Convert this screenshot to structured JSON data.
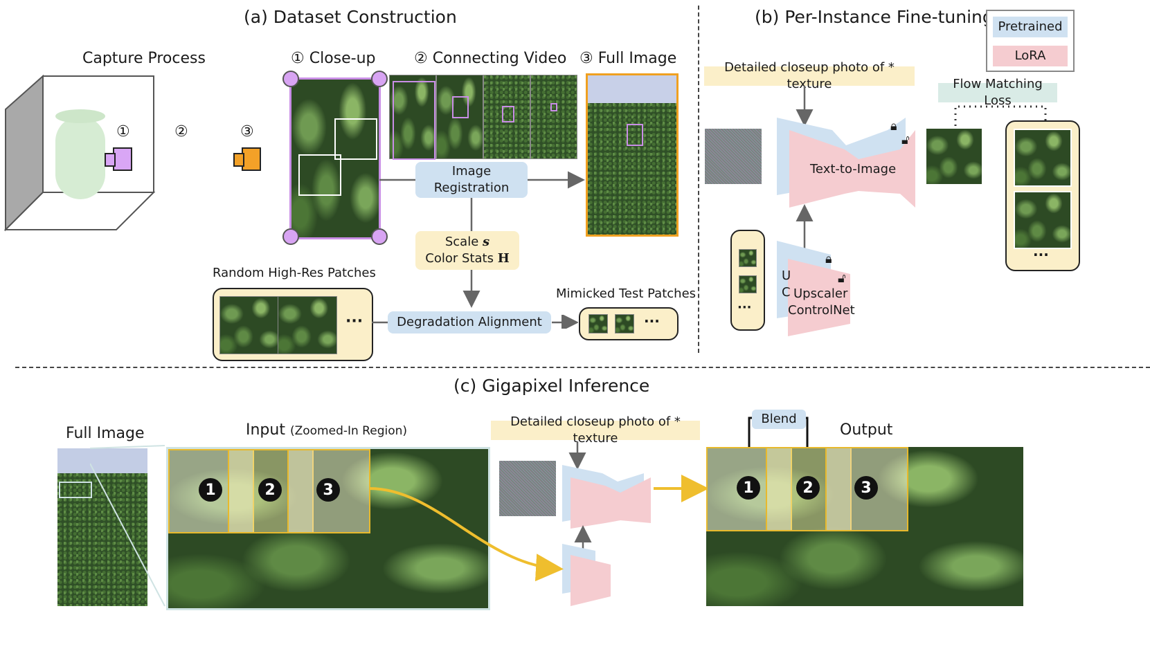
{
  "panel_a": {
    "title": "(a) Dataset Construction",
    "capture_process": "Capture Process",
    "step_marks": [
      "①",
      "②",
      "③"
    ],
    "closeup": "① Close-up",
    "connecting_video": "② Connecting Video",
    "full_image": "③ Full Image",
    "image_registration_line1": "Image",
    "image_registration_line2": "Registration",
    "scale_label": "Scale ",
    "scale_symbol": "s",
    "color_stats_label": "Color Stats ",
    "color_stats_symbol": "H",
    "random_patches": "Random High-Res Patches",
    "mimicked_patches": "Mimicked Test Patches",
    "degradation_alignment": "Degradation Alignment",
    "ellipsis": "···"
  },
  "panel_b": {
    "title": "(b) Per-Instance Fine-tuning",
    "legend_pretrained": "Pretrained",
    "legend_lora": "LoRA",
    "prompt": "Detailed closeup photo of * texture",
    "flow_loss": "Flow Matching Loss",
    "text_to_image": "Text-to-Image",
    "upscaler_line1": "Upscaler",
    "upscaler_line2": "ControlNet",
    "partial_letter_1": "U",
    "partial_letter_2": "C",
    "ellipsis": "···"
  },
  "panel_c": {
    "title": "(c) Gigapixel Inference",
    "full_image": "Full Image",
    "input_label": "Input",
    "input_sub": "(Zoomed-In Region)",
    "prompt": "Detailed closeup photo of * texture",
    "blend": "Blend",
    "output": "Output",
    "tile_numbers": [
      "1",
      "2",
      "3"
    ]
  },
  "colors": {
    "pretrained": "#cfe1f1",
    "lora": "#f5ccd0",
    "prompt_bg": "#fbefc9",
    "purple": "#c98ee6",
    "orange": "#f0a020",
    "gold_arrow": "#efbe2e"
  }
}
